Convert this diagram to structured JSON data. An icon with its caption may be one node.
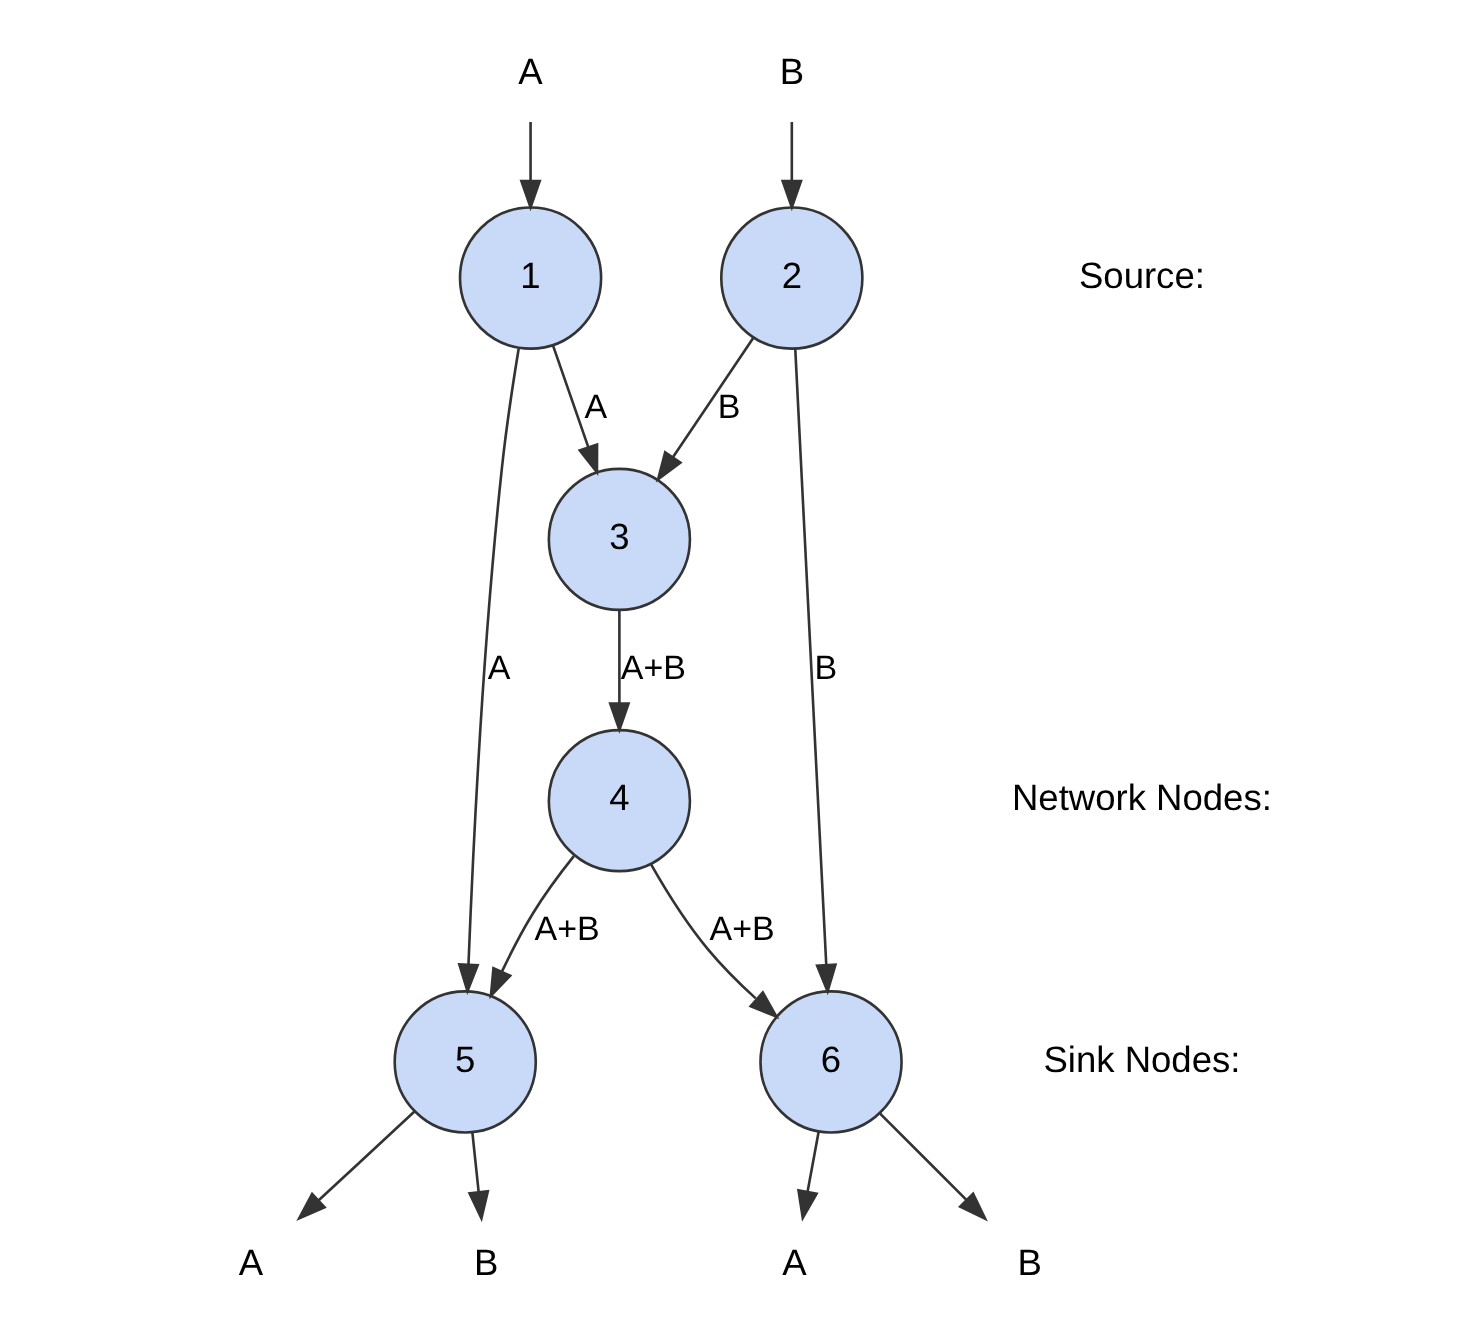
{
  "diagram": {
    "nodes": [
      {
        "text": [
          "A"
        ]
      },
      {
        "text": [
          "B"
        ]
      },
      {
        "text": [
          "1"
        ]
      },
      {
        "text": [
          "2"
        ]
      },
      {
        "text": [
          "3"
        ]
      },
      {
        "text": [
          "4"
        ]
      },
      {
        "text": [
          "5"
        ]
      },
      {
        "text": [
          "6"
        ]
      },
      {
        "text": [
          "A"
        ]
      },
      {
        "text": [
          "B"
        ]
      },
      {
        "text": [
          "A"
        ]
      },
      {
        "text": [
          "B"
        ]
      }
    ],
    "edges": [
      {
        "from": 0,
        "to": 2,
        "arrow": "to"
      },
      {
        "from": 1,
        "to": 3,
        "arrow": "to"
      },
      {
        "from": 2,
        "to": 4,
        "label": "A",
        "arrow": "to"
      },
      {
        "from": 3,
        "to": 4,
        "label": "B",
        "arrow": "to"
      },
      {
        "from": 2,
        "to": 6,
        "label": "A",
        "arrow": "to"
      },
      {
        "from": 4,
        "to": 5,
        "label": "A+B",
        "arrow": "to"
      },
      {
        "from": 3,
        "to": 7,
        "label": "B",
        "arrow": "to"
      },
      {
        "from": 5,
        "to": 6,
        "label": "A+B",
        "arrow": "to"
      },
      {
        "from": 5,
        "to": 7,
        "label": "A+B",
        "arrow": "to"
      },
      {
        "from": 6,
        "to": 8,
        "arrow": "to"
      },
      {
        "from": 6,
        "to": 9,
        "arrow": "to"
      },
      {
        "from": 7,
        "to": 10,
        "arrow": "to"
      },
      {
        "from": 7,
        "to": 11,
        "arrow": "to"
      }
    ],
    "labels": [
      "Source:",
      "Network Nodes:",
      "Sink Nodes:"
    ]
  }
}
